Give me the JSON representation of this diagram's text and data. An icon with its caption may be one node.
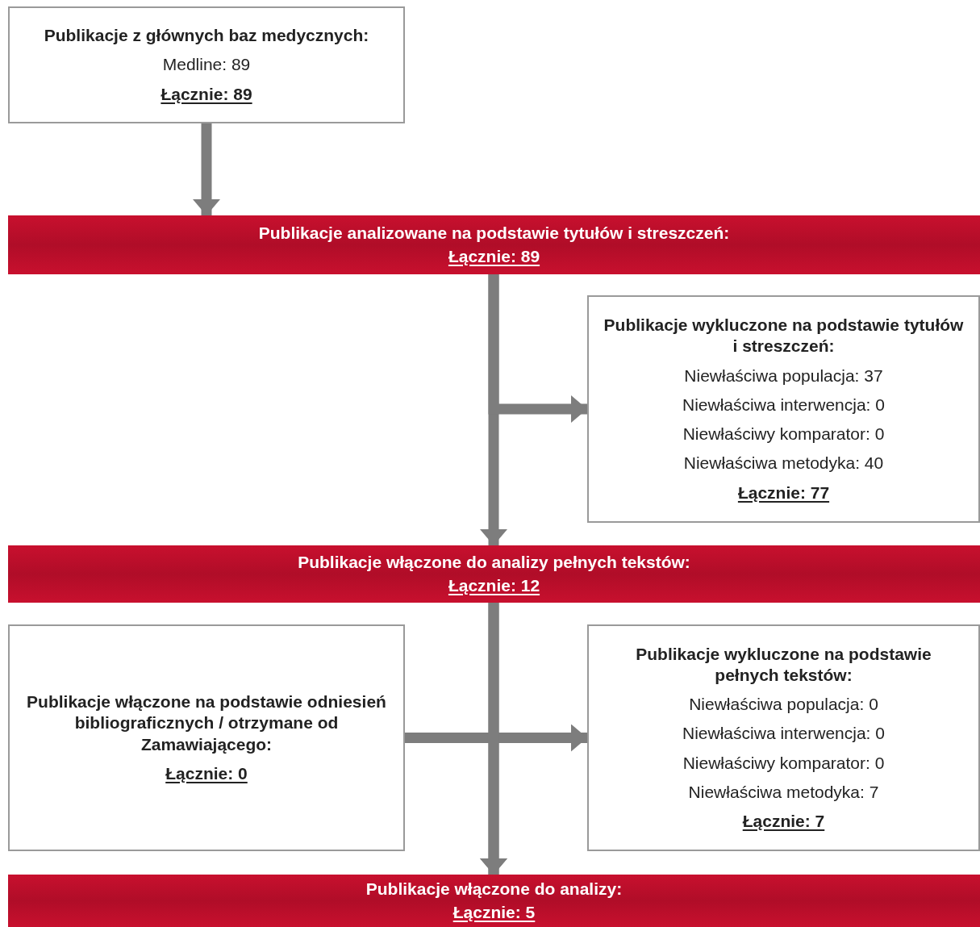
{
  "diagram": {
    "nodes": [
      {
        "text": [
          "Publikacje z głównych baz medycznych:",
          "Medline: 89",
          "Łącznie: 89"
        ]
      },
      {
        "text": [
          "Publikacje analizowane na podstawie tytułów i streszczeń:",
          "Łącznie: 89"
        ]
      },
      {
        "text": [
          "Publikacje wykluczone na podstawie tytułów i streszczeń:",
          "Niewłaściwa populacja: 37",
          "Niewłaściwa interwencja: 0",
          "Niewłaściwy komparator: 0",
          "Niewłaściwa metodyka: 40",
          "Łącznie: 77"
        ]
      },
      {
        "text": [
          "Publikacje włączone do analizy pełnych tekstów:",
          "Łącznie: 12"
        ]
      },
      {
        "text": [
          "Publikacje włączone na podstawie odniesień bibliograficznych / otrzymane od Zamawiającego:",
          "Łącznie: 0"
        ]
      },
      {
        "text": [
          "Publikacje wykluczone na podstawie pełnych tekstów:",
          "Niewłaściwa populacja: 0",
          "Niewłaściwa interwencja: 0",
          "Niewłaściwy komparator: 0",
          "Niewłaściwa metodyka: 7",
          "Łącznie: 7"
        ]
      },
      {
        "text": [
          "Publikacje włączone do analizy:",
          "Łącznie: 5"
        ]
      }
    ],
    "edges": [
      {
        "from": 0,
        "to": 1,
        "arrow": "to"
      },
      {
        "from": 1,
        "to": 3,
        "arrow": "to"
      },
      {
        "from": 1,
        "to": 2,
        "arrow": "to"
      },
      {
        "from": 3,
        "to": 6,
        "arrow": "to"
      },
      {
        "from": 3,
        "to": 5,
        "arrow": "to"
      },
      {
        "from": 4,
        "to": 6,
        "arrow": "to"
      }
    ]
  }
}
